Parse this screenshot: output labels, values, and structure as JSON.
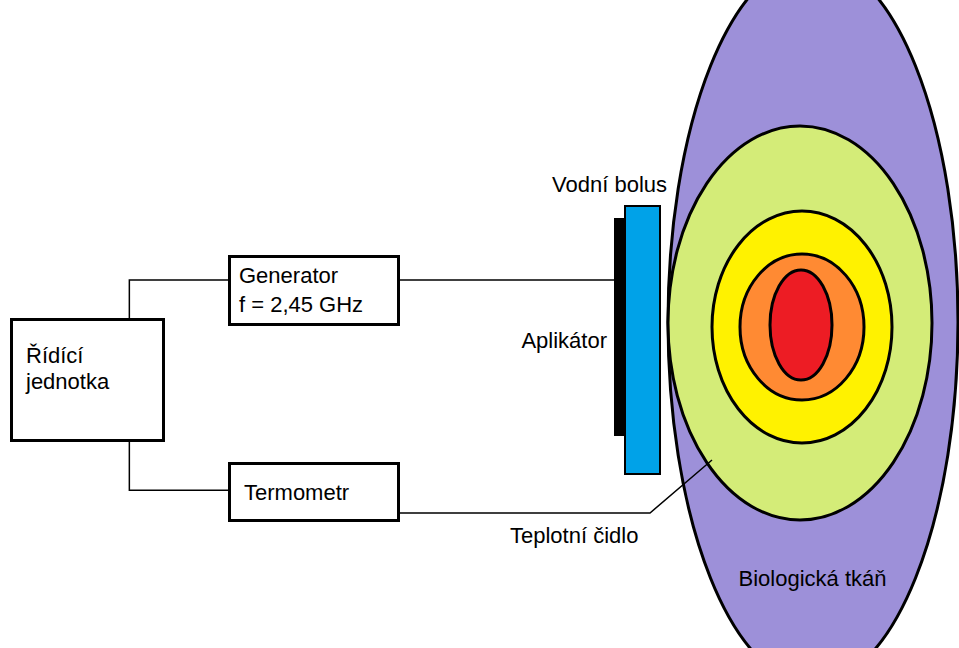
{
  "diagram": {
    "nodes": [
      {
        "text": [
          "Řídící jednotka"
        ]
      },
      {
        "text": [
          "Generator",
          "f = 2,45 GHz"
        ]
      },
      {
        "text": [
          "Termometr"
        ]
      },
      {
        "text": [
          "Aplikátor"
        ]
      },
      {
        "text": [
          "Vodní bolus"
        ]
      },
      {
        "text": [
          "Biologická tkáň"
        ]
      }
    ],
    "edges": [
      {
        "from": 0,
        "to": 1,
        "arrow": "none"
      },
      {
        "from": 0,
        "to": 2,
        "arrow": "none"
      },
      {
        "from": 1,
        "to": 3,
        "arrow": "none"
      },
      {
        "from": 2,
        "to": 5,
        "arrow": "none"
      }
    ],
    "labels": [
      "Teplotní čidlo"
    ]
  }
}
